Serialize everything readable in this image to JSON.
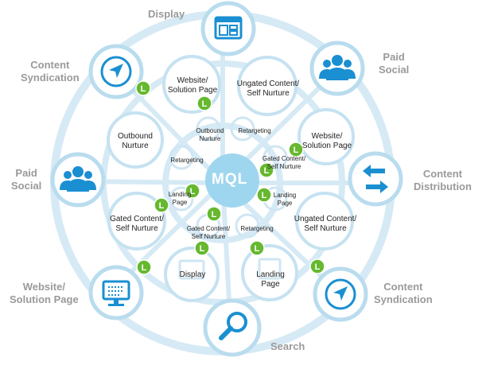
{
  "center": {
    "label": "MQL"
  },
  "outer_labels": {
    "display": "Display",
    "paid_social_right": "Paid\nSocial",
    "content_distribution": "Content\nDistribution",
    "content_syndication_right": "Content\nSyndication",
    "search": "Search",
    "website_solution_left": "Website/\nSolution Page",
    "paid_social_left": "Paid\nSocial",
    "content_syndication_left": "Content\nSyndication"
  },
  "middle_labels": {
    "website_solution_top": "Website/\nSolution Page",
    "ungated_top": "Ungated Content/\nSelf Nurture",
    "website_solution_right": "Website/\nSolution Page",
    "ungated_right": "Ungated Content/\nSelf Nurture",
    "landing_page_bottom": "Landing\nPage",
    "display_bottom": "Display",
    "gated_left": "Gated Content/\nSelf Nurture",
    "outbound_left": "Outbound\nNurture"
  },
  "inner_labels": {
    "outbound": "Outbound\nNurture",
    "retargeting_top": "Retargeting",
    "gated_upper_right": "Gated Content/\nSelf Nurture",
    "landing_right": "Landing\nPage",
    "retargeting_bottom": "Retargeting",
    "gated_bottom": "Gated Content/\nSelf Nurture",
    "landing_left": "Landing\nPage",
    "retargeting_left": "Retargeting"
  },
  "badge_letter": "L",
  "colors": {
    "ring": "#cfe6f3",
    "node_fill": "#ffffff",
    "node_stroke": "#b9dcee",
    "icon_blue": "#1a8fd1",
    "center_fill": "#9fd6ef",
    "badge_green": "#66b82e"
  }
}
